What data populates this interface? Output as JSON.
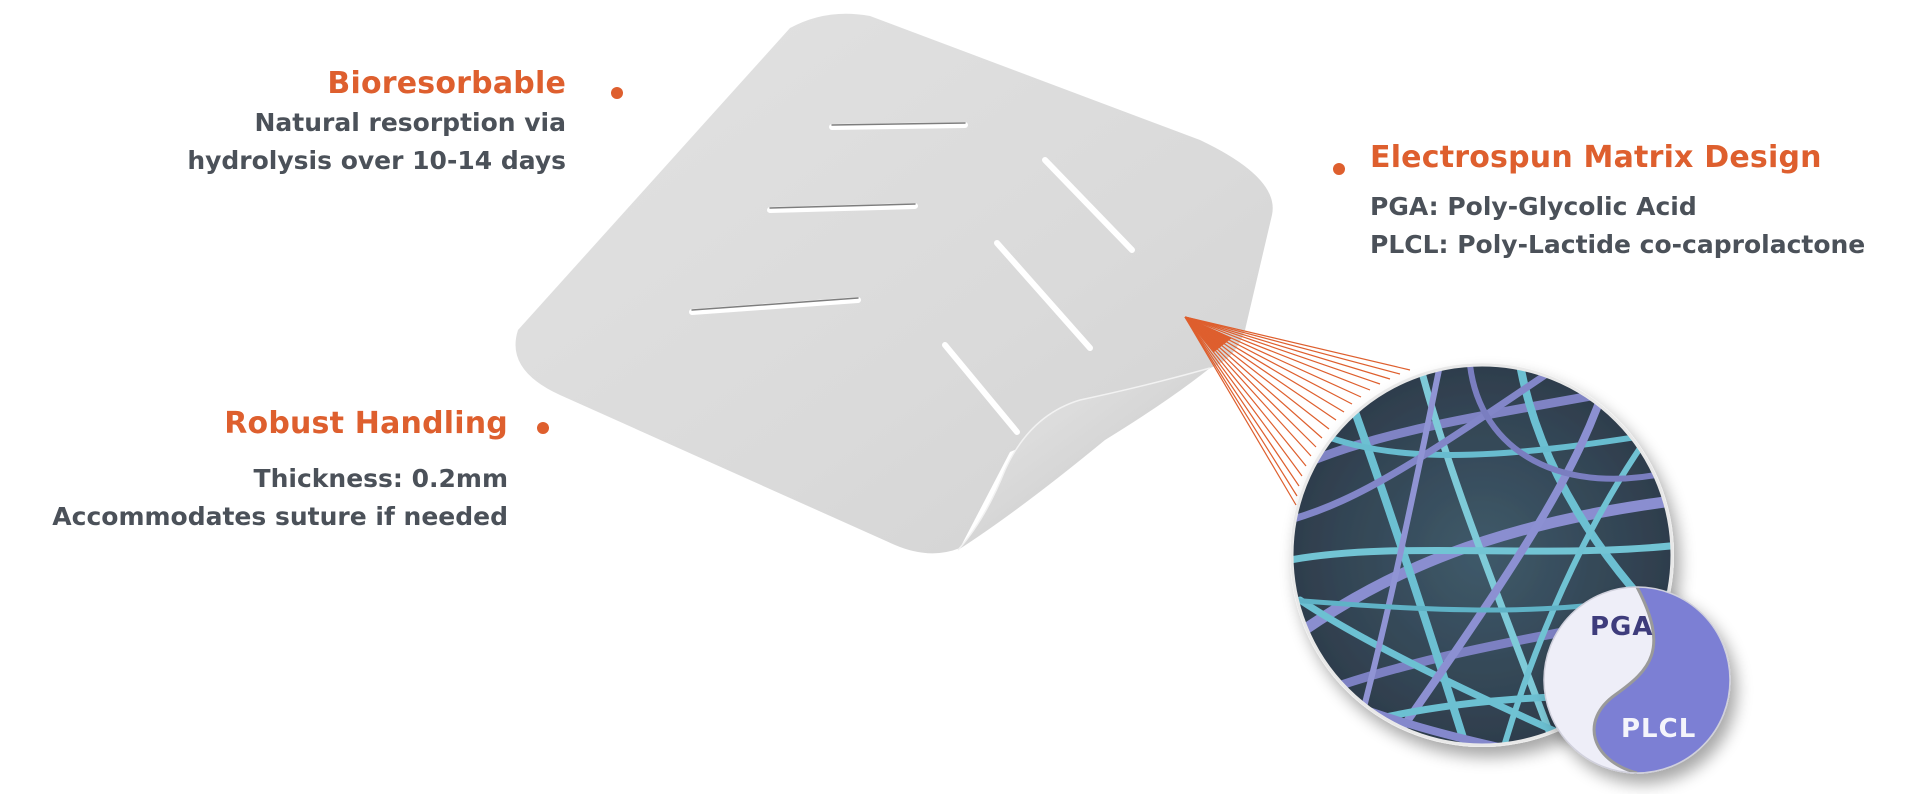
{
  "features": {
    "bioresorbable": {
      "title": "Bioresorbable",
      "lines": [
        "Natural resorption via",
        "hydrolysis over 10-14 days"
      ]
    },
    "robust_handling": {
      "title": "Robust Handling",
      "lines": [
        "Thickness: 0.2mm",
        "Accommodates suture if needed"
      ]
    },
    "matrix_design": {
      "title": "Electrospun Matrix Design",
      "lines": [
        "PGA: Poly-Glycolic Acid",
        "PLCL: Poly-Lactide co-caprolactone"
      ]
    }
  },
  "badge": {
    "top_label": "PGA",
    "bottom_label": "PLCL"
  },
  "colors": {
    "accent_orange": "#de5f2e",
    "body_text": "#4b5159",
    "patch_gray": "#dcdcdc",
    "badge_purple": "#7b7fd4",
    "badge_light": "#eeeef8",
    "fiber_cyan": "#6fc3d3",
    "fiber_lavender": "#8c8fcf"
  },
  "icons": {
    "patch": "mesh-patch-illustration",
    "magnifier": "fiber-magnification-circle",
    "badge": "yin-yang-polymer-badge"
  }
}
